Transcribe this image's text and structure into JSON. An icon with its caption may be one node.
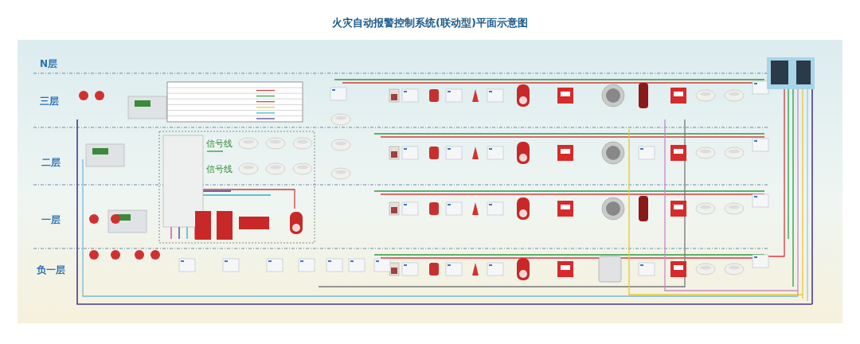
{
  "diagram": {
    "title": "火灾自动报警控制系统(联动型)平面示意图",
    "labels": [
      "N层",
      "三层",
      "二层",
      "一层",
      "负一层",
      "信号线",
      "信号线"
    ]
  }
}
